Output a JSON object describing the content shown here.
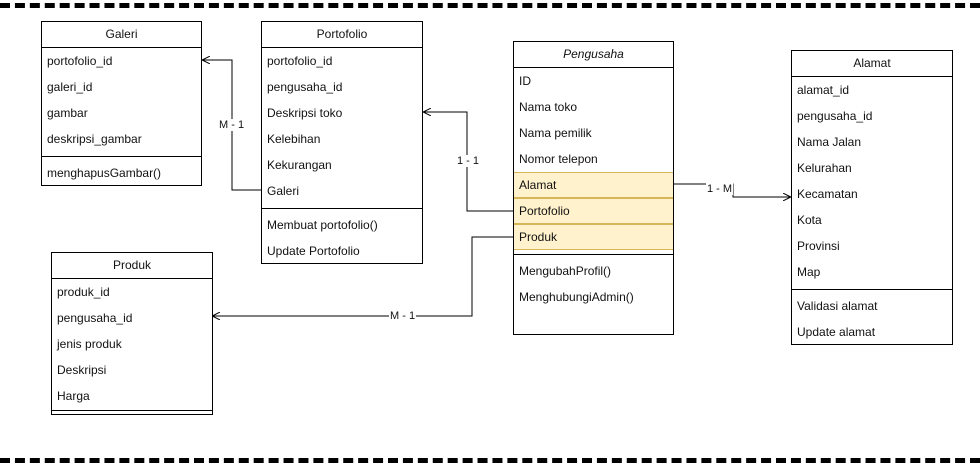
{
  "classes": {
    "galeri": {
      "title": "Galeri",
      "attrs": [
        "portofolio_id",
        "galeri_id",
        "gambar",
        "deskripsi_gambar"
      ],
      "methods": [
        "menghapusGambar()"
      ]
    },
    "portofolio": {
      "title": "Portofolio",
      "attrs": [
        "portofolio_id",
        "pengusaha_id",
        "Deskripsi toko",
        "Kelebihan",
        "Kekurangan",
        "Galeri"
      ],
      "methods": [
        "Membuat portofolio()",
        "Update Portofolio"
      ]
    },
    "pengusaha": {
      "title": "Pengusaha",
      "attrs": [
        "ID",
        "Nama toko",
        "Nama pemilik",
        "Nomor telepon",
        "Alamat",
        "Portofolio",
        "Produk"
      ],
      "methods": [
        "MengubahProfil()",
        "MenghubungiAdmin()"
      ]
    },
    "alamat": {
      "title": "Alamat",
      "attrs": [
        "alamat_id",
        "pengusaha_id",
        "Nama Jalan",
        "Kelurahan",
        "Kecamatan",
        "Kota",
        "Provinsi",
        "Map"
      ],
      "methods": [
        "Validasi alamat",
        "Update alamat"
      ]
    },
    "produk": {
      "title": "Produk",
      "attrs": [
        "produk_id",
        "pengusaha_id",
        "jenis produk",
        "Deskripsi",
        "Harga"
      ],
      "methods": []
    }
  },
  "relations": {
    "galeri_portofolio": "M - 1",
    "portofolio_pengusaha": "1 - 1",
    "alamat_pengusaha": "1 - M",
    "produk_pengusaha": "M - 1"
  },
  "colors": {
    "highlight_fill": "#fff2cc",
    "highlight_stroke": "#d6b656",
    "line": "#000000"
  }
}
